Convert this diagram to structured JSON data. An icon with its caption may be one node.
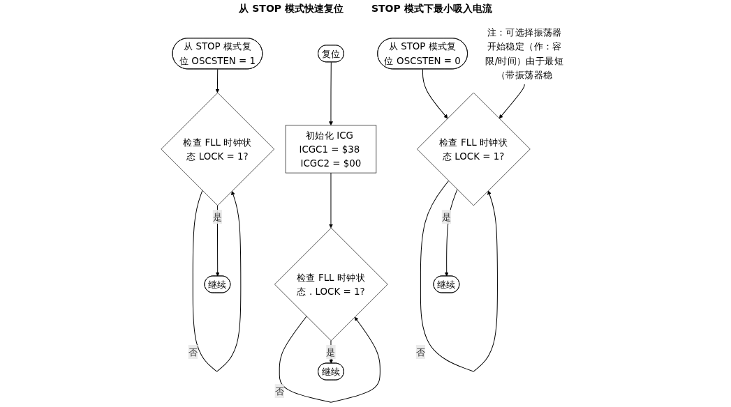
{
  "diagram": {
    "nodes": [
      {
        "text": [
          "复位"
        ]
      },
      {
        "text": [
          "初始化 ICG ICGC1 = $38 ICGC2 = $00"
        ]
      },
      {
        "text": [
          "检查 FLL 时钟状态 . LOCK = 1?"
        ]
      },
      {
        "text": [
          "继续"
        ]
      },
      {
        "text": [
          "从 STOP 模式复位 OSCSTEN = 1"
        ]
      },
      {
        "text": [
          "检查 FLL 时钟状态 LOCK = 1?"
        ]
      },
      {
        "text": [
          "继续"
        ]
      },
      {
        "text": [
          "从 STOP 模式复位 OSCSTEN = 0"
        ]
      },
      {
        "text": [
          "检查 FLL 时钟状态 LOCK = 1?"
        ]
      },
      {
        "text": [
          "继续"
        ]
      },
      {
        "text": [
          "注：可选择振荡器开始稳定（作：容限/时间）由于最短（带振荡器稳"
        ]
      }
    ],
    "edges": [
      {
        "from": 0,
        "to": 1,
        "arrow": "to"
      },
      {
        "from": 1,
        "to": 2,
        "arrow": "to"
      },
      {
        "from": 2,
        "to": 2,
        "label": "否",
        "arrow": "to"
      },
      {
        "from": 2,
        "to": 3,
        "label": "是",
        "arrow": "to"
      },
      {
        "from": 4,
        "to": 5,
        "arrow": "to"
      },
      {
        "from": 5,
        "to": 5,
        "label": "否",
        "arrow": "to"
      },
      {
        "from": 5,
        "to": 6,
        "label": "是",
        "arrow": "to"
      },
      {
        "from": 7,
        "to": 8,
        "arrow": "to"
      },
      {
        "from": 8,
        "to": 8,
        "label": "否",
        "arrow": "to"
      },
      {
        "from": 8,
        "to": 9,
        "label": "是",
        "arrow": "to"
      },
      {
        "from": 10,
        "to": 8,
        "arrow": "to"
      }
    ],
    "labels": [
      "从 STOP 模式快速复位",
      "STOP 模式下最小吸入电流"
    ]
  }
}
